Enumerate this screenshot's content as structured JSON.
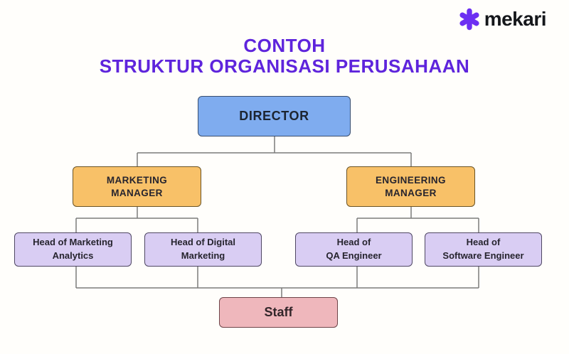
{
  "page": {
    "background": "#fffefb"
  },
  "logo": {
    "icon": "mekari-asterisk-icon",
    "icon_color": "#6c2ff2",
    "text": "mekari",
    "text_color": "#15171b"
  },
  "title": {
    "line1": "CONTOH",
    "line2": "STRUKTUR ORGANISASI PERUSAHAAN",
    "color": "#5e24dc"
  },
  "chart": {
    "type": "org-chart",
    "connector_color": "#7b7b7b",
    "nodes": {
      "director": {
        "line1": "DIRECTOR",
        "line2": "",
        "fill": "#7facef",
        "border": "#3a4f70"
      },
      "marketing_manager": {
        "line1": "MARKETING",
        "line2": "MANAGER",
        "fill": "#f8c168",
        "border": "#6b5426"
      },
      "engineering_manager": {
        "line1": "ENGINEERING",
        "line2": "MANAGER",
        "fill": "#f8c168",
        "border": "#6b5426"
      },
      "head_marketing_analytics": {
        "line1": "Head of Marketing",
        "line2": "Analytics",
        "fill": "#d9cdf3",
        "border": "#4f4763"
      },
      "head_digital_marketing": {
        "line1": "Head of Digital",
        "line2": "Marketing",
        "fill": "#d9cdf3",
        "border": "#4f4763"
      },
      "head_qa_engineer": {
        "line1": "Head of",
        "line2": "QA Engineer",
        "fill": "#d9cdf3",
        "border": "#4f4763"
      },
      "head_software_engineer": {
        "line1": "Head of",
        "line2": "Software Engineer",
        "fill": "#d9cdf3",
        "border": "#4f4763"
      },
      "staff": {
        "line1": "Staff",
        "line2": "",
        "fill": "#efb7bc",
        "border": "#6e4549"
      }
    },
    "edges": [
      {
        "from": "DIRECTOR",
        "to": "MARKETING MANAGER"
      },
      {
        "from": "DIRECTOR",
        "to": "ENGINEERING MANAGER"
      },
      {
        "from": "MARKETING MANAGER",
        "to": "Head of Marketing Analytics"
      },
      {
        "from": "MARKETING MANAGER",
        "to": "Head of Digital Marketing"
      },
      {
        "from": "ENGINEERING MANAGER",
        "to": "Head of QA Engineer"
      },
      {
        "from": "ENGINEERING MANAGER",
        "to": "Head of Software Engineer"
      },
      {
        "from": "Head of Marketing Analytics",
        "to": "Staff"
      },
      {
        "from": "Head of Digital Marketing",
        "to": "Staff"
      },
      {
        "from": "Head of QA Engineer",
        "to": "Staff"
      },
      {
        "from": "Head of Software Engineer",
        "to": "Staff"
      }
    ]
  }
}
